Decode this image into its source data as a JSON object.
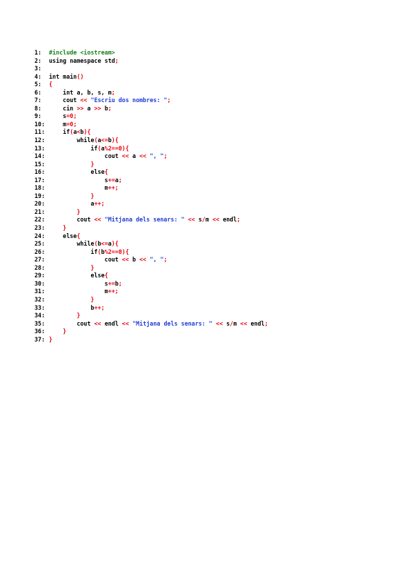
{
  "document": {
    "code_lines": [
      {
        "n": "1:",
        "tokens": [
          {
            "t": "#include <iostream>",
            "k": "pre"
          }
        ]
      },
      {
        "n": "2:",
        "tokens": [
          {
            "t": "using namespace std",
            "k": "kw"
          },
          {
            "t": ";",
            "k": "op"
          }
        ]
      },
      {
        "n": "3:",
        "tokens": []
      },
      {
        "n": "4:",
        "tokens": [
          {
            "t": "int main",
            "k": "kw"
          },
          {
            "t": "()",
            "k": "op"
          }
        ]
      },
      {
        "n": "5:",
        "tokens": [
          {
            "t": "{",
            "k": "op"
          }
        ]
      },
      {
        "n": "6:",
        "tokens": [
          {
            "t": "    int a, b, s, m",
            "k": "kw"
          },
          {
            "t": ";",
            "k": "op"
          }
        ]
      },
      {
        "n": "7:",
        "tokens": [
          {
            "t": "    cout ",
            "k": "kw"
          },
          {
            "t": "<<",
            "k": "op"
          },
          {
            "t": " ",
            "k": "kw"
          },
          {
            "t": "\"Escriu dos nombres: \"",
            "k": "str"
          },
          {
            "t": ";",
            "k": "op"
          }
        ]
      },
      {
        "n": "8:",
        "tokens": [
          {
            "t": "    cin ",
            "k": "kw"
          },
          {
            "t": ">>",
            "k": "op"
          },
          {
            "t": " a ",
            "k": "kw"
          },
          {
            "t": ">>",
            "k": "op"
          },
          {
            "t": " b",
            "k": "kw"
          },
          {
            "t": ";",
            "k": "op"
          }
        ]
      },
      {
        "n": "9:",
        "tokens": [
          {
            "t": "    s",
            "k": "kw"
          },
          {
            "t": "=",
            "k": "op"
          },
          {
            "t": "0",
            "k": "num"
          },
          {
            "t": ";",
            "k": "op"
          }
        ]
      },
      {
        "n": "10:",
        "tokens": [
          {
            "t": "    m",
            "k": "kw"
          },
          {
            "t": "=",
            "k": "op"
          },
          {
            "t": "0",
            "k": "num"
          },
          {
            "t": ";",
            "k": "op"
          }
        ]
      },
      {
        "n": "11:",
        "tokens": [
          {
            "t": "    if",
            "k": "kw"
          },
          {
            "t": "(",
            "k": "op"
          },
          {
            "t": "a",
            "k": "kw"
          },
          {
            "t": "<",
            "k": "op"
          },
          {
            "t": "b",
            "k": "kw"
          },
          {
            "t": "){",
            "k": "op"
          }
        ]
      },
      {
        "n": "12:",
        "tokens": [
          {
            "t": "        while",
            "k": "kw"
          },
          {
            "t": "(",
            "k": "op"
          },
          {
            "t": "a",
            "k": "kw"
          },
          {
            "t": "<=",
            "k": "op"
          },
          {
            "t": "b",
            "k": "kw"
          },
          {
            "t": "){",
            "k": "op"
          }
        ]
      },
      {
        "n": "13:",
        "tokens": [
          {
            "t": "            if",
            "k": "kw"
          },
          {
            "t": "(",
            "k": "op"
          },
          {
            "t": "a",
            "k": "kw"
          },
          {
            "t": "%",
            "k": "op"
          },
          {
            "t": "2",
            "k": "num"
          },
          {
            "t": "==",
            "k": "op"
          },
          {
            "t": "0",
            "k": "num"
          },
          {
            "t": "){",
            "k": "op"
          }
        ]
      },
      {
        "n": "14:",
        "tokens": [
          {
            "t": "                cout ",
            "k": "kw"
          },
          {
            "t": "<<",
            "k": "op"
          },
          {
            "t": " a ",
            "k": "kw"
          },
          {
            "t": "<<",
            "k": "op"
          },
          {
            "t": " ",
            "k": "kw"
          },
          {
            "t": "\", \"",
            "k": "str"
          },
          {
            "t": ";",
            "k": "op"
          }
        ]
      },
      {
        "n": "15:",
        "tokens": [
          {
            "t": "            ",
            "k": "kw"
          },
          {
            "t": "}",
            "k": "op"
          }
        ]
      },
      {
        "n": "16:",
        "tokens": [
          {
            "t": "            else",
            "k": "kw"
          },
          {
            "t": "{",
            "k": "op"
          }
        ]
      },
      {
        "n": "17:",
        "tokens": [
          {
            "t": "                s",
            "k": "kw"
          },
          {
            "t": "+=",
            "k": "op"
          },
          {
            "t": "a",
            "k": "kw"
          },
          {
            "t": ";",
            "k": "op"
          }
        ]
      },
      {
        "n": "18:",
        "tokens": [
          {
            "t": "                m",
            "k": "kw"
          },
          {
            "t": "++;",
            "k": "op"
          }
        ]
      },
      {
        "n": "19:",
        "tokens": [
          {
            "t": "            ",
            "k": "kw"
          },
          {
            "t": "}",
            "k": "op"
          }
        ]
      },
      {
        "n": "20:",
        "tokens": [
          {
            "t": "            a",
            "k": "kw"
          },
          {
            "t": "++;",
            "k": "op"
          }
        ]
      },
      {
        "n": "21:",
        "tokens": [
          {
            "t": "        ",
            "k": "kw"
          },
          {
            "t": "}",
            "k": "op"
          }
        ]
      },
      {
        "n": "22:",
        "tokens": [
          {
            "t": "        cout ",
            "k": "kw"
          },
          {
            "t": "<<",
            "k": "op"
          },
          {
            "t": " ",
            "k": "kw"
          },
          {
            "t": "\"Mitjana dels senars: \"",
            "k": "str"
          },
          {
            "t": " ",
            "k": "kw"
          },
          {
            "t": "<<",
            "k": "op"
          },
          {
            "t": " s",
            "k": "kw"
          },
          {
            "t": "/",
            "k": "op"
          },
          {
            "t": "m ",
            "k": "kw"
          },
          {
            "t": "<<",
            "k": "op"
          },
          {
            "t": " endl",
            "k": "kw"
          },
          {
            "t": ";",
            "k": "op"
          }
        ]
      },
      {
        "n": "23:",
        "tokens": [
          {
            "t": "    ",
            "k": "kw"
          },
          {
            "t": "}",
            "k": "op"
          }
        ]
      },
      {
        "n": "24:",
        "tokens": [
          {
            "t": "    else",
            "k": "kw"
          },
          {
            "t": "{",
            "k": "op"
          }
        ]
      },
      {
        "n": "25:",
        "tokens": [
          {
            "t": "        while",
            "k": "kw"
          },
          {
            "t": "(",
            "k": "op"
          },
          {
            "t": "b",
            "k": "kw"
          },
          {
            "t": "<=",
            "k": "op"
          },
          {
            "t": "a",
            "k": "kw"
          },
          {
            "t": "){",
            "k": "op"
          }
        ]
      },
      {
        "n": "26:",
        "tokens": [
          {
            "t": "            if",
            "k": "kw"
          },
          {
            "t": "(",
            "k": "op"
          },
          {
            "t": "b",
            "k": "kw"
          },
          {
            "t": "%",
            "k": "op"
          },
          {
            "t": "2",
            "k": "num"
          },
          {
            "t": "==",
            "k": "op"
          },
          {
            "t": "0",
            "k": "num"
          },
          {
            "t": "){",
            "k": "op"
          }
        ]
      },
      {
        "n": "27:",
        "tokens": [
          {
            "t": "                cout ",
            "k": "kw"
          },
          {
            "t": "<<",
            "k": "op"
          },
          {
            "t": " b ",
            "k": "kw"
          },
          {
            "t": "<<",
            "k": "op"
          },
          {
            "t": " ",
            "k": "kw"
          },
          {
            "t": "\", \"",
            "k": "str"
          },
          {
            "t": ";",
            "k": "op"
          }
        ]
      },
      {
        "n": "28:",
        "tokens": [
          {
            "t": "            ",
            "k": "kw"
          },
          {
            "t": "}",
            "k": "op"
          }
        ]
      },
      {
        "n": "29:",
        "tokens": [
          {
            "t": "            else",
            "k": "kw"
          },
          {
            "t": "{",
            "k": "op"
          }
        ]
      },
      {
        "n": "30:",
        "tokens": [
          {
            "t": "                s",
            "k": "kw"
          },
          {
            "t": "+=",
            "k": "op"
          },
          {
            "t": "b",
            "k": "kw"
          },
          {
            "t": ";",
            "k": "op"
          }
        ]
      },
      {
        "n": "31:",
        "tokens": [
          {
            "t": "                m",
            "k": "kw"
          },
          {
            "t": "++;",
            "k": "op"
          }
        ]
      },
      {
        "n": "32:",
        "tokens": [
          {
            "t": "            ",
            "k": "kw"
          },
          {
            "t": "}",
            "k": "op"
          }
        ]
      },
      {
        "n": "33:",
        "tokens": [
          {
            "t": "            b",
            "k": "kw"
          },
          {
            "t": "++;",
            "k": "op"
          }
        ]
      },
      {
        "n": "34:",
        "tokens": [
          {
            "t": "        ",
            "k": "kw"
          },
          {
            "t": "}",
            "k": "op"
          }
        ]
      },
      {
        "n": "35:",
        "tokens": [
          {
            "t": "        cout ",
            "k": "kw"
          },
          {
            "t": "<<",
            "k": "op"
          },
          {
            "t": " endl ",
            "k": "kw"
          },
          {
            "t": "<<",
            "k": "op"
          },
          {
            "t": " ",
            "k": "kw"
          },
          {
            "t": "\"Mitjana dels senars: \"",
            "k": "str"
          },
          {
            "t": " ",
            "k": "kw"
          },
          {
            "t": "<<",
            "k": "op"
          },
          {
            "t": " s",
            "k": "kw"
          },
          {
            "t": "/",
            "k": "op"
          },
          {
            "t": "m ",
            "k": "kw"
          },
          {
            "t": "<<",
            "k": "op"
          },
          {
            "t": " endl",
            "k": "kw"
          },
          {
            "t": ";",
            "k": "op"
          }
        ]
      },
      {
        "n": "36:",
        "tokens": [
          {
            "t": "    ",
            "k": "kw"
          },
          {
            "t": "}",
            "k": "op"
          }
        ]
      },
      {
        "n": "37:",
        "tokens": [
          {
            "t": "}",
            "k": "op"
          }
        ]
      }
    ]
  },
  "colors": {
    "preprocessor": "#1a7f1a",
    "operator": "#e8000b",
    "string": "#1f3dd6",
    "text": "#000000",
    "page": "#ffffff"
  }
}
